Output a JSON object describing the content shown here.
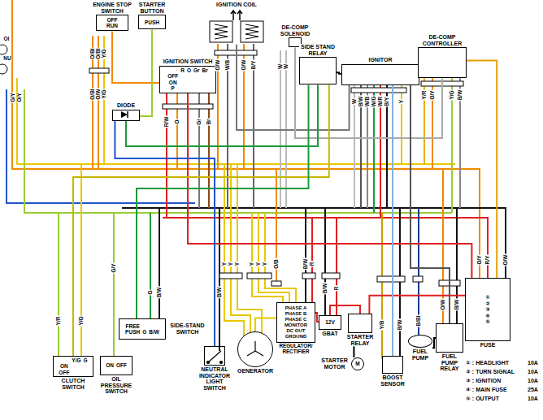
{
  "diagram": {
    "nodes": [
      {
        "text": [
          "ENGINE STOP SWITCH",
          "OFF",
          "RUN"
        ]
      },
      {
        "text": [
          "STARTER BUTTON",
          "PUSH"
        ]
      },
      {
        "text": [
          "IGNITION SWITCH",
          "R",
          "O",
          "Gr",
          "Br",
          "OFF",
          "ON",
          "P"
        ]
      },
      {
        "text": [
          "DIODE"
        ]
      },
      {
        "text": [
          "IGNITION COIL"
        ]
      },
      {
        "text": [
          "DE-COMP SOLENOID"
        ]
      },
      {
        "text": [
          "SIDE STAND RELAY"
        ]
      },
      {
        "text": [
          "IGNITOR"
        ]
      },
      {
        "text": [
          "DE-COMP CONTROLLER"
        ]
      },
      {
        "text": [
          "Y/G",
          "G",
          "ON",
          "OFF",
          "CLUTCH SWITCH"
        ]
      },
      {
        "text": [
          "ON",
          "OFF",
          "OIL PRESSURE SWITCH"
        ]
      },
      {
        "text": [
          "FREE",
          "PUSH",
          "G",
          "B/W",
          "SIDE-STAND SWITCH"
        ]
      },
      {
        "text": [
          "NEUTRAL INDICATOR LIGHT SWITCH"
        ]
      },
      {
        "text": [
          "GENERATOR"
        ]
      },
      {
        "text": [
          "PHASE A",
          "PHASE B",
          "PHASE C",
          "MONITOR",
          "DC OUT",
          "GROUND",
          "REGULATOR/ RECTIFIER"
        ]
      },
      {
        "text": [
          "12V",
          "GBAT"
        ]
      },
      {
        "text": [
          "STARTER MOTOR",
          "M"
        ]
      },
      {
        "text": [
          "STARTER RELAY"
        ]
      },
      {
        "text": [
          "BOOST SENSOR"
        ]
      },
      {
        "text": [
          "FUEL PUMP"
        ]
      },
      {
        "text": [
          "FUEL PUMP RELAY"
        ]
      },
      {
        "text": [
          "①",
          "②",
          "③",
          "④",
          "⑤",
          "FUSE"
        ]
      }
    ],
    "edges": [
      {
        "from": 0,
        "to": 2,
        "arrow": "none"
      },
      {
        "from": 1,
        "to": 3,
        "arrow": "none"
      },
      {
        "from": 2,
        "to": 21,
        "arrow": "none"
      },
      {
        "from": 4,
        "to": 7,
        "arrow": "none"
      },
      {
        "from": 5,
        "to": 8,
        "arrow": "none"
      },
      {
        "from": 6,
        "to": 7,
        "arrow": "none"
      },
      {
        "from": 3,
        "to": 6,
        "arrow": "none"
      },
      {
        "from": 9,
        "to": 6,
        "arrow": "none"
      },
      {
        "from": 11,
        "to": 6,
        "arrow": "none"
      },
      {
        "from": 12,
        "to": 3,
        "arrow": "none"
      },
      {
        "from": 13,
        "to": 14,
        "arrow": "none"
      },
      {
        "from": 14,
        "to": 15,
        "arrow": "none"
      },
      {
        "from": 15,
        "to": 17,
        "arrow": "none"
      },
      {
        "from": 17,
        "to": 16,
        "arrow": "none"
      },
      {
        "from": 17,
        "to": 21,
        "arrow": "none"
      },
      {
        "from": 18,
        "to": 7,
        "arrow": "none"
      },
      {
        "from": 19,
        "to": 20,
        "arrow": "none"
      },
      {
        "from": 20,
        "to": 7,
        "arrow": "none"
      },
      {
        "from": 8,
        "to": 21,
        "arrow": "none"
      }
    ],
    "labels": [
      "OI",
      "NU",
      "O/Bl",
      "O/Bl",
      "Y/G",
      "O/Bl",
      "O/W",
      "Y/G",
      "G/Y",
      "O/Y",
      "R/W",
      "O",
      "Gr",
      "Br",
      "O/W",
      "W/B",
      "O/W",
      "B/Y",
      "W",
      "W",
      "W",
      "B/W",
      "W/B",
      "W/G",
      "W/R",
      "B/Y",
      "Y",
      "Y/R",
      "O/Y",
      "Y/G",
      "B/W",
      "Y/R",
      "Y/G",
      "G/Y",
      "G",
      "B/W",
      "B/W",
      "Y",
      "Y",
      "Y",
      "Y",
      "Y",
      "Y",
      "O/B",
      "B/W",
      "R",
      "B/W",
      "R",
      "Y/B",
      "B/W",
      "B/Bl",
      "O/W",
      "B/W",
      "O/Y",
      "R/Y",
      "O/W",
      "① : HEADLIGHT",
      "10A",
      "② : TURN SIGNAL",
      "10A",
      "③ : IGNITION",
      "10A",
      "④ : MAIN FUSE",
      "25A",
      "⑤ : OUTPUT",
      "10A"
    ]
  }
}
